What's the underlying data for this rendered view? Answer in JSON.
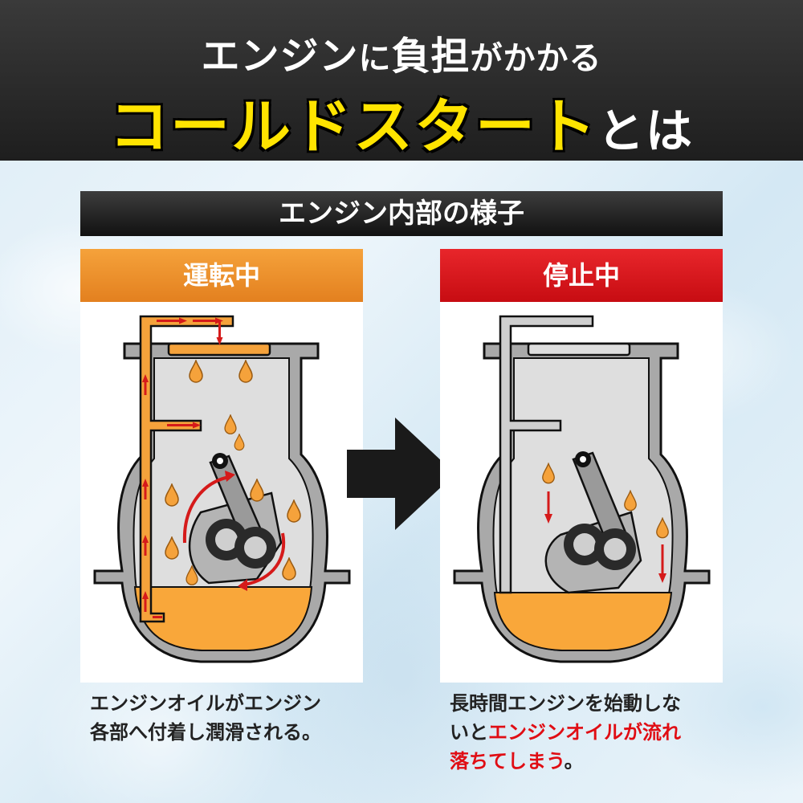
{
  "header": {
    "title_part1": "エンジン",
    "title_part2": "に",
    "title_part3": "負担",
    "title_part4": "がかかる",
    "title_highlight": "コールドスタート",
    "title_suffix": "とは"
  },
  "section": {
    "title": "エンジン内部の様子"
  },
  "panels": [
    {
      "label": "運転中",
      "caption_line1": "エンジンオイルがエンジン",
      "caption_line2": "各部へ付着し潤滑される。"
    },
    {
      "label": "停止中",
      "caption_line1": "長時間エンジンを始動しな",
      "caption_line2_plain": "いと",
      "caption_line2_red": "エンジンオイルが流れ",
      "caption_line3_red": "落ちてしまう",
      "caption_line3_plain": "。"
    }
  ],
  "colors": {
    "header_bg": "#2a2a2a",
    "highlight_yellow": "#ffe400",
    "running_orange": "#ec8a26",
    "stopped_red": "#d9141a",
    "oil_orange": "#f9a73a",
    "engine_gray": "#cfcfcf",
    "arrow_red": "#d51a1a"
  },
  "icons": [
    "transition-arrow-icon",
    "oil-drop-icon",
    "flow-arrow-icon"
  ]
}
